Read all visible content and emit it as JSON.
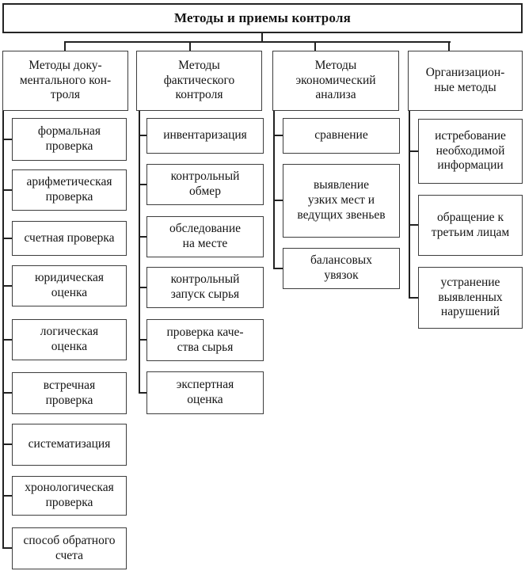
{
  "title": "Методы и приемы контроля",
  "columns": [
    {
      "header": "Методы доку-\nментального кон-\nтроля",
      "items": [
        "формальная\nпроверка",
        "арифметическая\nпроверка",
        "счетная проверка",
        "юридическая\nоценка",
        "логическая\nоценка",
        "встречная\nпроверка",
        "систематизация",
        "хронологическая\nпроверка",
        "способ обратного\nсчета"
      ]
    },
    {
      "header": "Методы\nфактического\nконтроля",
      "items": [
        "инвентаризация",
        "контрольный\nобмер",
        "обследование\nна месте",
        "контрольный\nзапуск сырья",
        "проверка каче-\nства сырья",
        "экспертная\nоценка"
      ]
    },
    {
      "header": "Методы\nэкономический\nанализа",
      "items": [
        "сравнение",
        "выявление\nузких мест и\nведущих звеньев",
        "балансовых\nувязок"
      ]
    },
    {
      "header": "Организацион-\nные методы",
      "items": [
        "истребование\nнеобходимой\nинформации",
        "обращение к\nтретьим лицам",
        "устранение\nвыявленных\nнарушений"
      ]
    }
  ],
  "line_color": "#222222"
}
